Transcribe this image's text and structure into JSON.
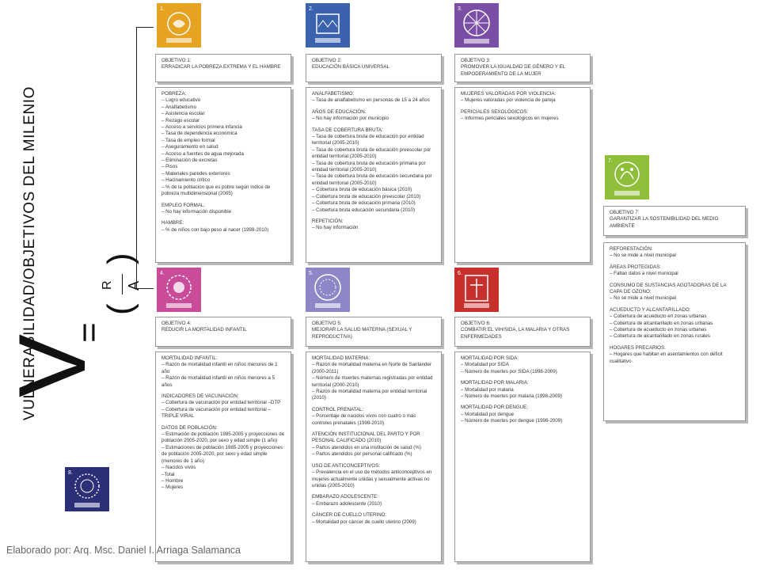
{
  "title": "VULNERABILIDAD/OBJETIVOS DEL MILENIO",
  "formula": {
    "variable": "V",
    "equals": "=",
    "numerator": "R",
    "denominator": "A",
    "open_paren": "(",
    "close_paren": ")"
  },
  "credit": "Elaborado por: Arq. Msc. Daniel I. Arriaga Salamanca",
  "colors": {
    "obj1": "#e5a321",
    "obj2": "#3b63ad",
    "obj3": "#7a4ea6",
    "obj4": "#c94b9a",
    "obj5": "#8e87c7",
    "obj6": "#c8302e",
    "obj7": "#8fbf3a",
    "obj8": "#2b2f78"
  },
  "icons": {
    "obj1": "1.",
    "obj2": "2.",
    "obj3": "3.",
    "obj4": "4.",
    "obj5": "5.",
    "obj6": "6.",
    "obj7": "7.",
    "obj8": "8."
  },
  "objectives": {
    "o1": {
      "header": [
        "OBJETIVO 1:",
        "ERRADICAR LA POBREZA EXTREMA Y EL HAMBRE"
      ],
      "lines": [
        "POBREZA:",
        "– Logro educativo",
        "– Analfabetismo",
        "– Asistencia escolar",
        "– Rezago escolar",
        "– Acceso a servicios primera infancia",
        "– Tasa de dependencia económica",
        "– Tasa de empleo formal",
        "– Aseguramiento en salud",
        "– Acceso a fuentes de agua mejorada",
        "– Eliminación de excretas",
        "– Pisos",
        "– Materiales paredes exteriores",
        "– Hacinamiento crítico",
        "– % de la población que es pobre según índice de pobreza multidimensional (2005)",
        "",
        "EMPLEO FORMAL:",
        "– No hay información disponible",
        "",
        "HAMBRE:",
        "– % de niños con bajo peso al nacer (1998-2010)"
      ]
    },
    "o2": {
      "header": [
        "OBJETIVO 2:",
        "EDUCACIÓN BÁSICA UNIVERSAL"
      ],
      "lines": [
        "ANALFABETISMO:",
        "– Tasa de analfabetismo en personas de 15 a 24 años",
        "",
        "AÑOS DE EDUCACIÓN:",
        "– No hay información por municipio",
        "",
        "TASA DE COBERTURA BRUTA:",
        "– Tasa de cobertura bruta de educación por entidad territorial (2005-2010)",
        "– Tasa de cobertura bruta de educación preescolar por entidad territorial (2005-2010)",
        "– Tasa de cobertura bruta de educación primaria por entidad territorial (2005-2010)",
        "– Tasa de cobertura bruta de educación secundaria por entidad territorial (2005-2010)",
        "– Cobertura bruta de educación básica (2010)",
        "– Cobertura bruta de educación preescolar (2010)",
        "– Cobertura bruta de educación primaria (2010)",
        "– Cobertura bruta educación secundaria (2010)",
        "",
        "REPETICIÓN:",
        "– No hay información"
      ]
    },
    "o3": {
      "header": [
        "OBJETIVO 3:",
        "PROMOVER LA IGUALDAD DE GÉNERO Y EL EMPODERAMIENTO DE LA MUJER"
      ],
      "lines": [
        "MUJERES VALORADAS POR VIOLENCIA:",
        "– Mujeres valoradas por violencia de pareja",
        "",
        "PERICIALES SEXOLÓGICOS:",
        "– Informes periciales sexológicos en mujeres"
      ]
    },
    "o4": {
      "header": [
        "OBJETIVO 4:",
        "REDUCIR LA MORTALIDAD INFANTIL"
      ],
      "lines": [
        "MORTALIDAD INFANTIL:",
        "– Razón de mortalidad infantil en niños menores de 1 año",
        "– Razón de mortalidad infantil en niños menores a 5 años",
        "",
        "INDICADORES DE VACUNACIÓN:",
        "– Cobertura de vacunación por entidad territorial –DTP",
        "– Cobertura de vacunación por entidad territorial – TRIPLE VIRAL",
        "",
        "DATOS DE POBLACIÓN:",
        "– Estimación de población 1985-2005 y proyecciones de población 2005-2020, por sexo y edad simple (1 año)",
        "– Estimaciones de población 1985-2005 y proyecciones de población 2005-2020, por sexo y edad simple (menores de 1 año)",
        "– Nacidos vivos",
        "–Total",
        "– Hombre",
        "– Mujeres"
      ]
    },
    "o5": {
      "header": [
        "OBJETIVO 5:",
        "MEJORAR LA SALUD MATERNA (SEXUAL Y REPRODUCTIVA)"
      ],
      "lines": [
        "MORTALIDAD MATERNA:",
        "– Razón de mortalidad materna en Norte de Santander (2000-2011)",
        "– Número de muertes maternas registradas por entidad territorial (2000-2010)",
        "– Razón de mortalidad materna por entidad territorial (2010)",
        "",
        "CONTROL PRENATAL:",
        "– Porcentaje de nacidos vivos con cuatro o más controles prenatales (1998-2010)",
        "",
        "ATENCIÓN INSTITUCIONAL DEL PARTO Y POR PESONAL CALIFICADO (2010)",
        "– Partos atendidos en una institución de salud (%)",
        "– Partos atendidos por personal calificado (%)",
        "",
        "USO DE ANTICONCEPTIVOS:",
        "– Prevalencia en el uso de métodos anticonceptivos en mujeres actualmente unidas y sexualmente activas no unidas (2005-2010)",
        "",
        "EMBARAZO ADOLESCENTE:",
        "– Embarazo adolescente (2010)",
        "",
        "CÁNCER DE CUELLO UTERINO:",
        "– Mortalidad por cáncer de cuello uterino (2009)"
      ]
    },
    "o6": {
      "header": [
        "OBJETIVO 6:",
        "COMBATIR EL VIH/SIDA, LA MALARIA Y OTRAS ENFERMEDADES"
      ],
      "lines": [
        "MORTALIDAD POR SIDA:",
        "– Mortalidad por SIDA",
        "– Número de muertes por SIDA (1998-2009)",
        "",
        "MORTALIDAD POR MALARIA:",
        "– Mortalidad por malaria",
        "– Número de muertes por malaria (1998-2009)",
        "",
        "MORTALIDAD POR DENGUE:",
        "– Mortalidad por dengue",
        "– Número de muertes por dengue (1998-2009)"
      ]
    },
    "o7": {
      "header": [
        "OBJETIVO 7:",
        "GARANTIZAR LA SOSTENIBILIDAD DEL MEDIO AMBIENTE"
      ],
      "lines": [
        "REFORESTACIÓN:",
        "– No se mide a nivel municipal",
        "",
        "ÁREAS PROTEGIDAS:",
        "– Faltan datos a nivel municipal",
        "",
        "CONSUMO DE SUSTANCIAS AGOTADORAS DE LA CAPA DE OZONO:",
        "– No se mide a nivel municipal",
        "",
        "ACUEDUCTO Y ALCANTARILLADO:",
        "– Cobertura de acueducto en zonas urbanas",
        "– Cobertura de alcantarillado en zonas urbanas",
        "– Cobertura de acueducto en zonas urbanas",
        "– Cobertura de alcantarillado en zonas rurales",
        "",
        "HOGARES PRECARIOS:",
        "– Hogares que habitan en asentamientos con déficit cualitativo"
      ]
    }
  }
}
